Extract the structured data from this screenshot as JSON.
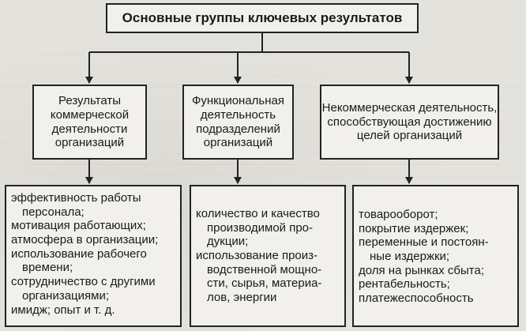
{
  "title": "Основные группы ключевых результатов",
  "categories": [
    {
      "label": [
        "Результаты",
        "коммерческой",
        "деятельности",
        "организаций"
      ],
      "items": [
        [
          "эффективность работы",
          "персонала;"
        ],
        [
          "мотивация работающих;"
        ],
        [
          "атмосфера в организации;"
        ],
        [
          "использование рабочего",
          "времени;"
        ],
        [
          "сотрудничество с другими",
          "организациями;"
        ],
        [
          "имидж; опыт и т. д."
        ]
      ]
    },
    {
      "label": [
        "Функциональная",
        "деятельность",
        "подразделений",
        "организаций"
      ],
      "items": [
        [
          "количество и качество",
          "производимой про-",
          "дукции;"
        ],
        [
          "использование произ-",
          "водственной мощно-",
          "сти, сырья, материа-",
          "лов, энергии"
        ]
      ]
    },
    {
      "label": [
        "Некоммерческая деятельность,",
        "способствующая достижению",
        "целей организаций"
      ],
      "items": [
        [
          "товарооборот;"
        ],
        [
          "покрытие издержек;"
        ],
        [
          "переменные и постоян-",
          "ные издержки;"
        ],
        [
          "доля на рынках сбыта;"
        ],
        [
          "рентабельность;"
        ],
        [
          "платежеспособность"
        ]
      ]
    }
  ]
}
